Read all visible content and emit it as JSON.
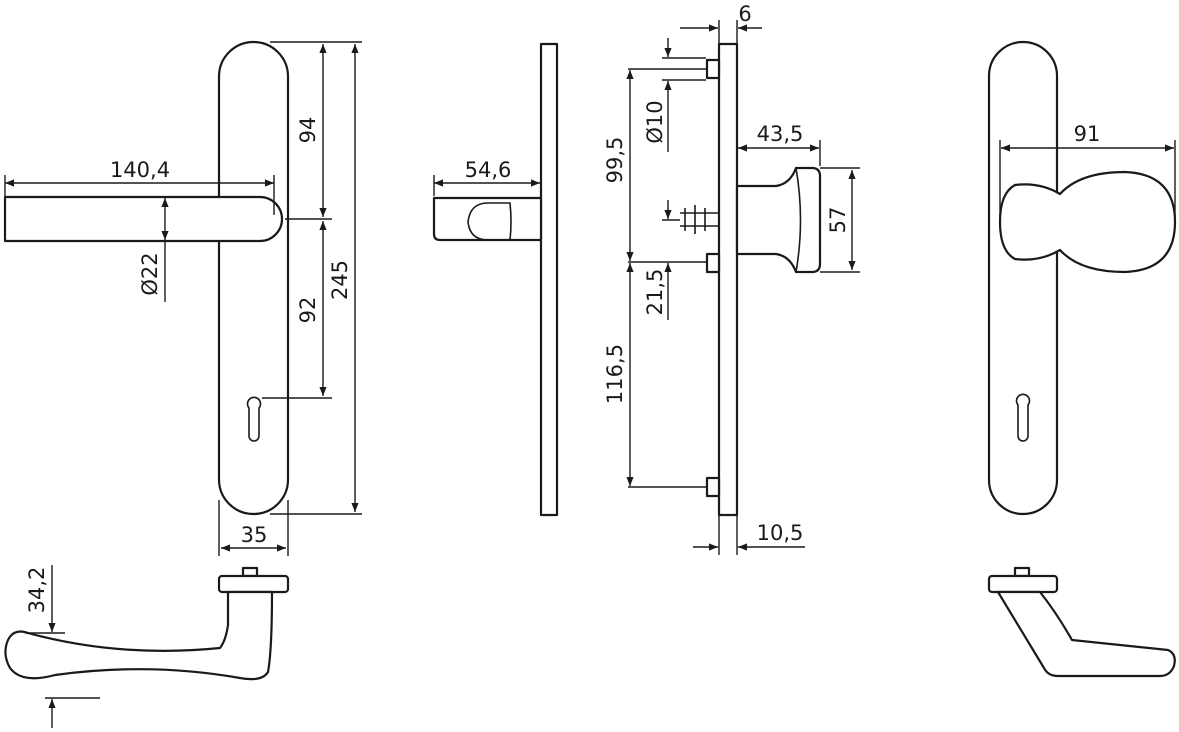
{
  "dimensions": {
    "lever_length": "140,4",
    "lever_diameter": "Ø22",
    "top_to_spindle": "94",
    "spindle_to_cylinder": "92",
    "plate_height": "245",
    "plate_width": "35",
    "lever_projection": "54,6",
    "plate_thickness": "6",
    "screw_diameter": "Ø10",
    "upper_screw_distance": "99,5",
    "spindle_offset": "21,5",
    "lower_screw_distance": "116,5",
    "knob_projection": "43,5",
    "knob_diameter": "57",
    "base_thickness": "10,5",
    "knob_width": "91",
    "lever_drop": "34,2"
  }
}
